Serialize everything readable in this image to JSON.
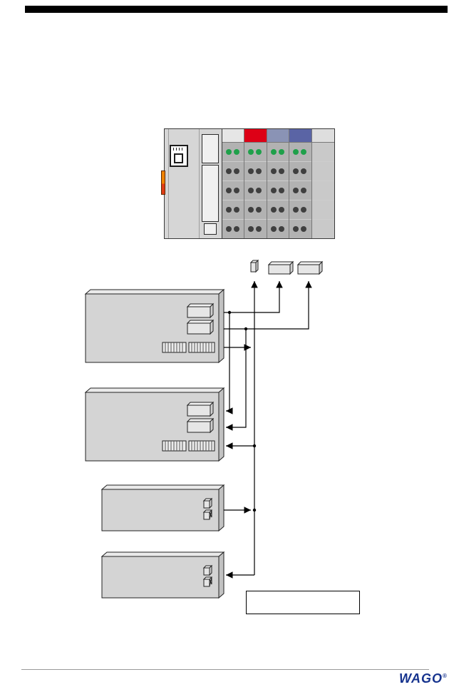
{
  "page": {
    "background": "#ffffff",
    "header_bar_color": "#000000",
    "footer": {
      "rule_color": "#9a9a9a",
      "logo_text": "WAGO",
      "logo_mark": "®",
      "logo_color": "#16338e"
    }
  },
  "device": {
    "name": "fieldbus-node-with-io-modules",
    "coupler": {
      "body_color": "#d6d6d6",
      "ethernet_jack_icon": "rj45-jack",
      "latch_top_color": "#f08300",
      "latch_bottom_color": "#e03c16"
    },
    "modules": {
      "rows": 5,
      "dots_per_row": 2,
      "top_colors": [
        "#e6e6e6",
        "#dd0016",
        "#8a93b5",
        "#5a64a5"
      ],
      "body_color": "#b2b2b2",
      "end_plate_top_color": "#dedede",
      "end_plate_body_color": "#c9c9c9",
      "led_color": "#1fa04a",
      "contact_color": "#3f3f3f"
    }
  },
  "diagram": {
    "line_color": "#000000",
    "bus_icons": [
      "end-module-icon",
      "bus-module-icon",
      "bus-module-icon"
    ],
    "blocks": [
      "device-block-1",
      "device-block-2",
      "device-block-3",
      "device-block-4"
    ],
    "label_box_text": ""
  }
}
